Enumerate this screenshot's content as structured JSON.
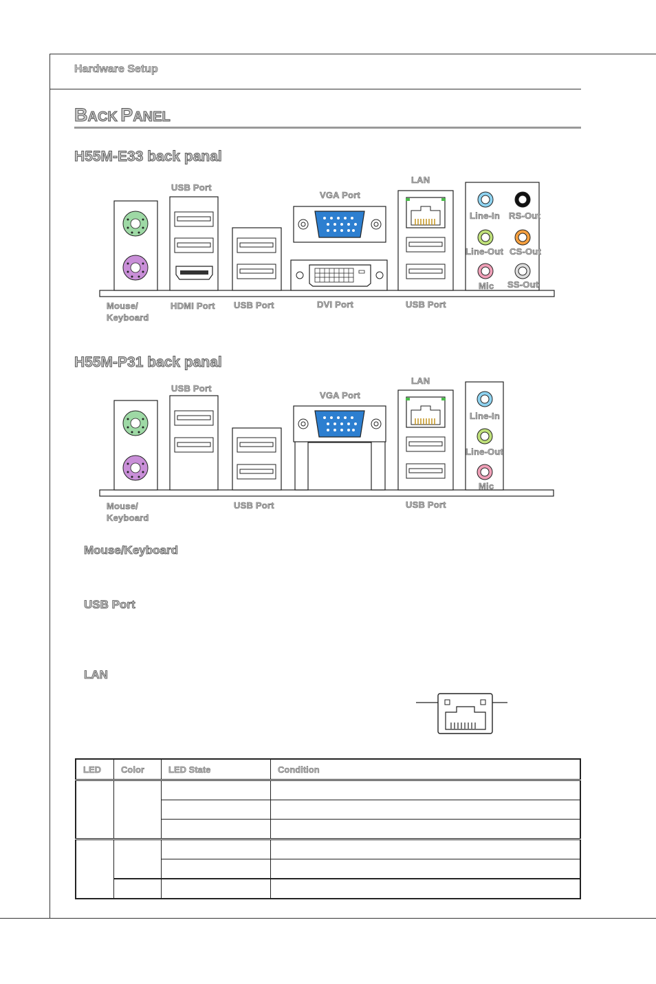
{
  "header": {
    "section": "Hardware Setup"
  },
  "page_title": {
    "first_big": "B",
    "first_small": "ACK",
    "second_big": "P",
    "second_small": "ANEL"
  },
  "panel1": {
    "title": "H55M-E33 back panal",
    "labels": {
      "usb_top": "USB Port",
      "vga": "VGA Port",
      "lan": "LAN",
      "mouse": "Mouse/",
      "keyboard": "Keyboard",
      "hdmi": "HDMI Port",
      "usb_bottom1": "USB Port",
      "dvi": "DVI Port",
      "usb_bottom2": "USB Port",
      "line_in": "Line-In",
      "rs_out": "RS-Out",
      "line_out": "Line-Out",
      "cs_out": "CS-Out",
      "mic": "Mic",
      "ss_out": "SS-Out"
    }
  },
  "panel2": {
    "title": "H55M-P31 back panal",
    "labels": {
      "usb_top": "USB Port",
      "vga": "VGA Port",
      "lan": "LAN",
      "mouse": "Mouse/",
      "keyboard": "Keyboard",
      "usb_bottom1": "USB Port",
      "usb_bottom2": "USB Port",
      "line_in": "Line-In",
      "line_out": "Line-Out",
      "mic": "Mic"
    }
  },
  "sections": {
    "mouse_keyboard": "Mouse/Keyboard",
    "usb_port": "USB Port",
    "lan": "LAN"
  },
  "led_table": {
    "headers": [
      "LED",
      "Color",
      "LED State",
      "Condition"
    ]
  },
  "colors": {
    "ps2_mouse": "#9ed9a5",
    "ps2_keyboard": "#c98fd8",
    "vga_blue": "#2d7fd0",
    "lan_led_green": "#4cbb4c",
    "jack_line_in": "#8fd3f0",
    "jack_line_out": "#bfe07a",
    "jack_mic": "#f0a0b8",
    "jack_cs_out": "#f5a040",
    "jack_ss_out": "#dddddd",
    "jack_rs_out": "#111111"
  }
}
